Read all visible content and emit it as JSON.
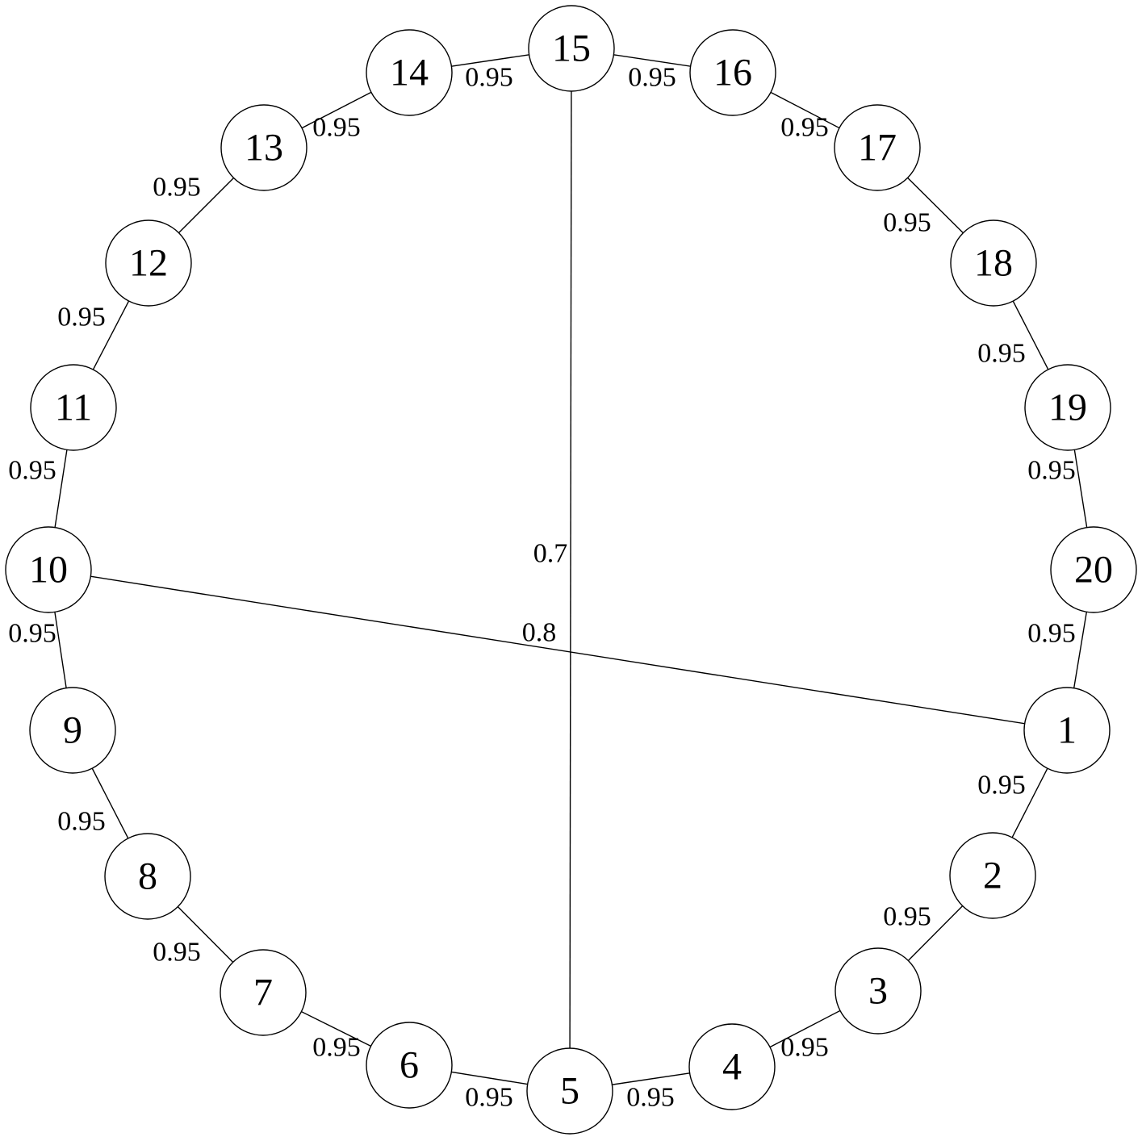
{
  "nodes": [
    {
      "id": "1"
    },
    {
      "id": "2"
    },
    {
      "id": "3"
    },
    {
      "id": "4"
    },
    {
      "id": "5"
    },
    {
      "id": "6"
    },
    {
      "id": "7"
    },
    {
      "id": "8"
    },
    {
      "id": "9"
    },
    {
      "id": "10"
    },
    {
      "id": "11"
    },
    {
      "id": "12"
    },
    {
      "id": "13"
    },
    {
      "id": "14"
    },
    {
      "id": "15"
    },
    {
      "id": "16"
    },
    {
      "id": "17"
    },
    {
      "id": "18"
    },
    {
      "id": "19"
    },
    {
      "id": "20"
    }
  ],
  "edges": [
    {
      "from": "1",
      "to": "2",
      "weight": "0.95"
    },
    {
      "from": "2",
      "to": "3",
      "weight": "0.95"
    },
    {
      "from": "3",
      "to": "4",
      "weight": "0.95"
    },
    {
      "from": "4",
      "to": "5",
      "weight": "0.95"
    },
    {
      "from": "5",
      "to": "6",
      "weight": "0.95"
    },
    {
      "from": "6",
      "to": "7",
      "weight": "0.95"
    },
    {
      "from": "7",
      "to": "8",
      "weight": "0.95"
    },
    {
      "from": "8",
      "to": "9",
      "weight": "0.95"
    },
    {
      "from": "9",
      "to": "10",
      "weight": "0.95"
    },
    {
      "from": "10",
      "to": "11",
      "weight": "0.95"
    },
    {
      "from": "11",
      "to": "12",
      "weight": "0.95"
    },
    {
      "from": "12",
      "to": "13",
      "weight": "0.95"
    },
    {
      "from": "13",
      "to": "14",
      "weight": "0.95"
    },
    {
      "from": "14",
      "to": "15",
      "weight": "0.95"
    },
    {
      "from": "15",
      "to": "16",
      "weight": "0.95"
    },
    {
      "from": "16",
      "to": "17",
      "weight": "0.95"
    },
    {
      "from": "17",
      "to": "18",
      "weight": "0.95"
    },
    {
      "from": "18",
      "to": "19",
      "weight": "0.95"
    },
    {
      "from": "19",
      "to": "20",
      "weight": "0.95"
    },
    {
      "from": "20",
      "to": "1",
      "weight": "0.95"
    },
    {
      "from": "15",
      "to": "5",
      "weight": "0.7"
    },
    {
      "from": "10",
      "to": "1",
      "weight": "0.8"
    }
  ]
}
